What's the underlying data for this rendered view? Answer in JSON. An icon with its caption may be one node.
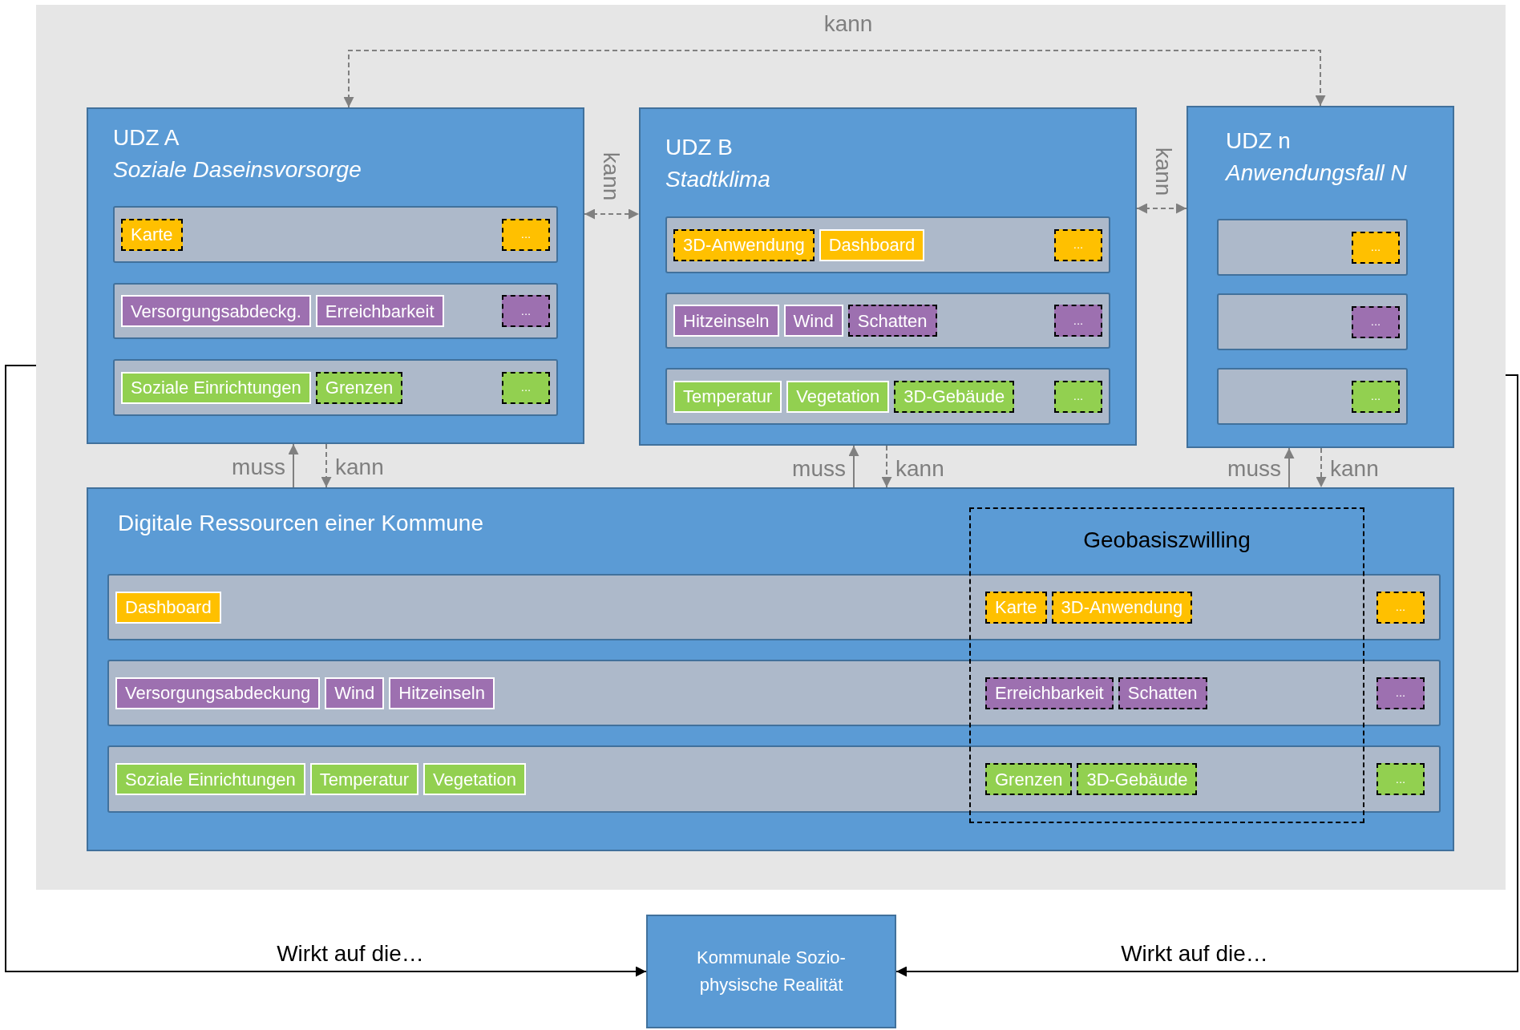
{
  "diagram": {
    "nodes": [
      {
        "text": [],
        "shape": "box"
      },
      {
        "text": [
          "UDZ A",
          "Soziale Daseinsvorsorge"
        ],
        "in": 0
      },
      {
        "text": [],
        "shape": "bar",
        "in": 1
      },
      {
        "text": [
          "Karte"
        ],
        "in": 2
      },
      {
        "text": [
          "..."
        ],
        "in": 2
      },
      {
        "text": [],
        "shape": "bar",
        "in": 1
      },
      {
        "text": [
          "Versorgungsabdeckg."
        ],
        "in": 5
      },
      {
        "text": [
          "Erreichbarkeit"
        ],
        "in": 5
      },
      {
        "text": [
          "..."
        ],
        "in": 5
      },
      {
        "text": [],
        "shape": "bar",
        "in": 1
      },
      {
        "text": [
          "Soziale Einrichtungen"
        ],
        "in": 9
      },
      {
        "text": [
          "Grenzen"
        ],
        "in": 9
      },
      {
        "text": [
          "..."
        ],
        "in": 9
      },
      {
        "text": [
          "UDZ B",
          "Stadtklima"
        ],
        "in": 0
      },
      {
        "text": [],
        "shape": "bar",
        "in": 13
      },
      {
        "text": [
          "3D-Anwendung"
        ],
        "in": 14
      },
      {
        "text": [
          "Dashboard"
        ],
        "in": 14
      },
      {
        "text": [
          "..."
        ],
        "in": 14
      },
      {
        "text": [],
        "shape": "bar",
        "in": 13
      },
      {
        "text": [
          "Hitzeinseln"
        ],
        "in": 18
      },
      {
        "text": [
          "Wind"
        ],
        "in": 18
      },
      {
        "text": [
          "Schatten"
        ],
        "in": 18
      },
      {
        "text": [
          "..."
        ],
        "in": 18
      },
      {
        "text": [],
        "shape": "bar",
        "in": 13
      },
      {
        "text": [
          "Temperatur"
        ],
        "in": 23
      },
      {
        "text": [
          "Vegetation"
        ],
        "in": 23
      },
      {
        "text": [
          "3D-Gebäude"
        ],
        "in": 23
      },
      {
        "text": [
          "..."
        ],
        "in": 23
      },
      {
        "text": [
          "UDZ n",
          "Anwendungsfall N"
        ],
        "in": 0
      },
      {
        "text": [],
        "shape": "bar",
        "in": 28
      },
      {
        "text": [
          "..."
        ],
        "in": 29
      },
      {
        "text": [],
        "shape": "bar",
        "in": 28
      },
      {
        "text": [
          "..."
        ],
        "in": 31
      },
      {
        "text": [],
        "shape": "bar",
        "in": 28
      },
      {
        "text": [
          "..."
        ],
        "in": 33
      },
      {
        "text": [
          "Digitale Ressourcen einer Kommune"
        ],
        "in": 0
      },
      {
        "text": [
          "Geobasiszwilling"
        ],
        "in": 35
      },
      {
        "text": [],
        "shape": "bar",
        "in": 35
      },
      {
        "text": [
          "Dashboard"
        ],
        "in": 37
      },
      {
        "text": [
          "Karte"
        ]
      },
      {
        "text": [
          "3D-Anwendung"
        ]
      },
      {
        "text": [
          "..."
        ],
        "in": 37
      },
      {
        "text": [],
        "shape": "bar",
        "in": 35
      },
      {
        "text": [
          "Versorgungsabdeckung"
        ],
        "in": 42
      },
      {
        "text": [
          "Wind"
        ],
        "in": 42
      },
      {
        "text": [
          "Hitzeinseln"
        ],
        "in": 42
      },
      {
        "text": [
          "Erreichbarkeit"
        ]
      },
      {
        "text": [
          "Schatten"
        ]
      },
      {
        "text": [
          "..."
        ],
        "in": 42
      },
      {
        "text": [],
        "shape": "bar",
        "in": 35
      },
      {
        "text": [
          "Soziale Einrichtungen"
        ],
        "in": 49
      },
      {
        "text": [
          "Temperatur"
        ],
        "in": 49
      },
      {
        "text": [
          "Vegetation"
        ],
        "in": 49
      },
      {
        "text": [
          "Grenzen"
        ]
      },
      {
        "text": [
          "3D-Gebäude"
        ]
      },
      {
        "text": [
          "..."
        ],
        "in": 49
      },
      {
        "text": [
          "Kommunale Sozio-physische Realität"
        ]
      }
    ],
    "edges": [
      {
        "from": 1,
        "to": 28,
        "arrow": "both",
        "label": "kann",
        "style": "dashed"
      },
      {
        "from": 1,
        "to": 13,
        "arrow": "both",
        "label": "kann",
        "style": "dashed"
      },
      {
        "from": 13,
        "to": 28,
        "arrow": "both",
        "label": "kann",
        "style": "dashed"
      },
      {
        "from": 35,
        "to": 1,
        "arrow": "to",
        "label": "muss"
      },
      {
        "from": 1,
        "to": 35,
        "arrow": "to",
        "label": "kann",
        "style": "dashed"
      },
      {
        "from": 35,
        "to": 13,
        "arrow": "to",
        "label": "muss"
      },
      {
        "from": 13,
        "to": 35,
        "arrow": "to",
        "label": "kann",
        "style": "dashed"
      },
      {
        "from": 35,
        "to": 28,
        "arrow": "to",
        "label": "muss"
      },
      {
        "from": 28,
        "to": 35,
        "arrow": "to",
        "label": "kann",
        "style": "dashed"
      },
      {
        "from": 0,
        "to": 56,
        "arrow": "to",
        "label": "Wirkt auf die…",
        "color": "#000000"
      },
      {
        "from": 0,
        "to": 56,
        "arrow": "to",
        "label": "Wirkt auf die…",
        "color": "#000000"
      }
    ]
  }
}
